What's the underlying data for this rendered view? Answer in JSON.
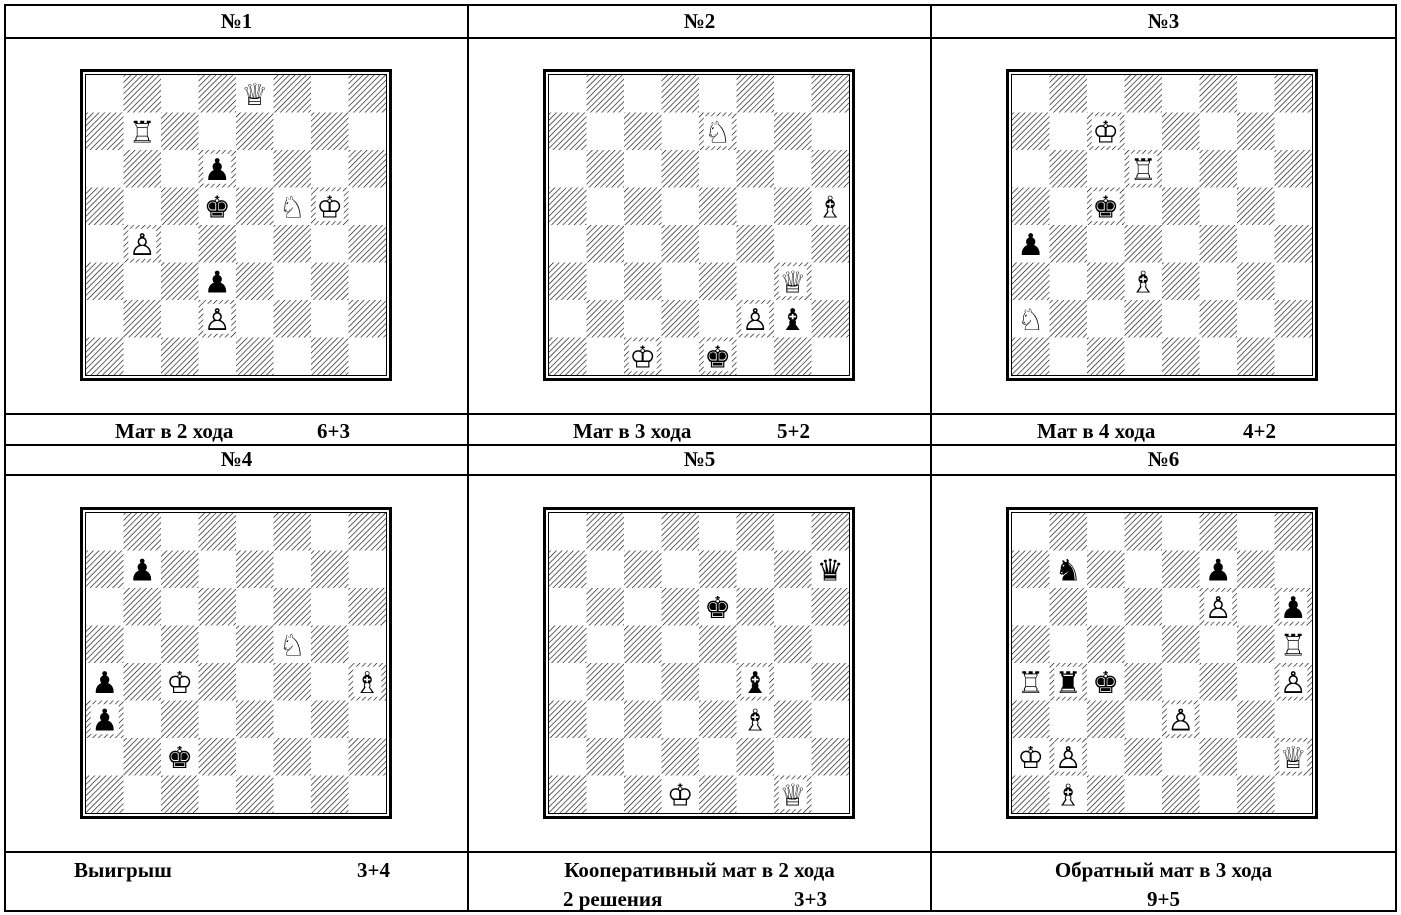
{
  "problems": [
    {
      "number": "№1",
      "caption": "Мат в 2 хода",
      "material": "6+3",
      "pieces": [
        {
          "sq": "e8",
          "t": "Q",
          "c": "w"
        },
        {
          "sq": "b7",
          "t": "R",
          "c": "w"
        },
        {
          "sq": "d6",
          "t": "P",
          "c": "b"
        },
        {
          "sq": "d5",
          "t": "K",
          "c": "b"
        },
        {
          "sq": "f5",
          "t": "N",
          "c": "w"
        },
        {
          "sq": "g5",
          "t": "K",
          "c": "w"
        },
        {
          "sq": "b4",
          "t": "P",
          "c": "w"
        },
        {
          "sq": "d3",
          "t": "P",
          "c": "b"
        },
        {
          "sq": "d2",
          "t": "P",
          "c": "w"
        }
      ]
    },
    {
      "number": "№2",
      "caption": "Мат в 3 хода",
      "material": "5+2",
      "pieces": [
        {
          "sq": "e7",
          "t": "N",
          "c": "w"
        },
        {
          "sq": "h5",
          "t": "B",
          "c": "w"
        },
        {
          "sq": "g3",
          "t": "Q",
          "c": "w"
        },
        {
          "sq": "f2",
          "t": "P",
          "c": "w"
        },
        {
          "sq": "g2",
          "t": "B",
          "c": "b"
        },
        {
          "sq": "c1",
          "t": "K",
          "c": "w"
        },
        {
          "sq": "e1",
          "t": "K",
          "c": "b"
        }
      ]
    },
    {
      "number": "№3",
      "caption": "Мат в 4 хода",
      "material": "4+2",
      "pieces": [
        {
          "sq": "c7",
          "t": "K",
          "c": "w"
        },
        {
          "sq": "d6",
          "t": "R",
          "c": "w"
        },
        {
          "sq": "c5",
          "t": "K",
          "c": "b"
        },
        {
          "sq": "a4",
          "t": "P",
          "c": "b"
        },
        {
          "sq": "d3",
          "t": "B",
          "c": "w"
        },
        {
          "sq": "a2",
          "t": "N",
          "c": "w"
        }
      ]
    },
    {
      "number": "№4",
      "caption": "Выигрыш",
      "material": "3+4",
      "pieces": [
        {
          "sq": "b7",
          "t": "P",
          "c": "b"
        },
        {
          "sq": "f5",
          "t": "N",
          "c": "w"
        },
        {
          "sq": "a4",
          "t": "P",
          "c": "b"
        },
        {
          "sq": "c4",
          "t": "K",
          "c": "w"
        },
        {
          "sq": "h4",
          "t": "B",
          "c": "w"
        },
        {
          "sq": "a3",
          "t": "P",
          "c": "b"
        },
        {
          "sq": "c2",
          "t": "K",
          "c": "b"
        }
      ]
    },
    {
      "number": "№5",
      "caption": "Кооперативный мат в 2 хода",
      "caption2": "2 решения",
      "material": "3+3",
      "pieces": [
        {
          "sq": "h7",
          "t": "Q",
          "c": "b"
        },
        {
          "sq": "e6",
          "t": "K",
          "c": "b"
        },
        {
          "sq": "f4",
          "t": "B",
          "c": "b"
        },
        {
          "sq": "f3",
          "t": "B",
          "c": "w"
        },
        {
          "sq": "d1",
          "t": "K",
          "c": "w"
        },
        {
          "sq": "g1",
          "t": "Q",
          "c": "w"
        }
      ]
    },
    {
      "number": "№6",
      "caption": "Обратный мат в 3 хода",
      "material": "9+5",
      "pieces": [
        {
          "sq": "b7",
          "t": "N",
          "c": "b"
        },
        {
          "sq": "f7",
          "t": "P",
          "c": "b"
        },
        {
          "sq": "f6",
          "t": "P",
          "c": "w"
        },
        {
          "sq": "h6",
          "t": "P",
          "c": "b"
        },
        {
          "sq": "h5",
          "t": "R",
          "c": "w"
        },
        {
          "sq": "a4",
          "t": "R",
          "c": "w"
        },
        {
          "sq": "b4",
          "t": "R",
          "c": "b"
        },
        {
          "sq": "c4",
          "t": "K",
          "c": "b"
        },
        {
          "sq": "h4",
          "t": "P",
          "c": "w"
        },
        {
          "sq": "e3",
          "t": "P",
          "c": "w"
        },
        {
          "sq": "a2",
          "t": "K",
          "c": "w"
        },
        {
          "sq": "b2",
          "t": "P",
          "c": "w"
        },
        {
          "sq": "h2",
          "t": "Q",
          "c": "w"
        },
        {
          "sq": "b1",
          "t": "B",
          "c": "w"
        }
      ]
    }
  ]
}
